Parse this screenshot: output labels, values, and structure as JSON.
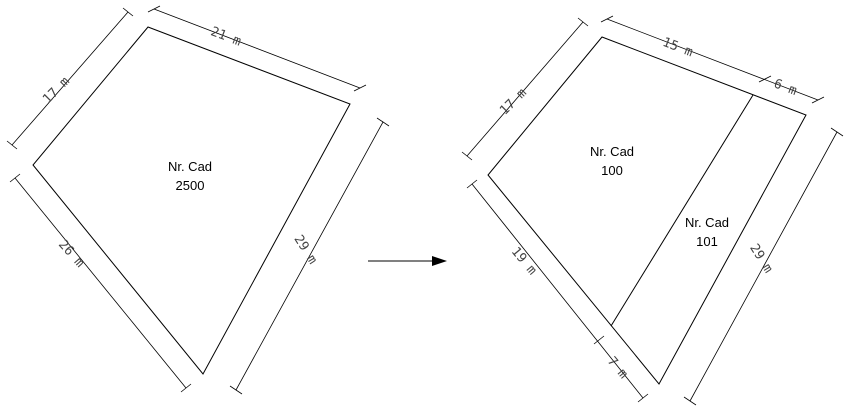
{
  "before": {
    "parcel": {
      "name": "Nr. Cad",
      "number": "2500"
    },
    "dimensions": {
      "top": "21 m",
      "left_top": "17 m",
      "left_bottom": "26 m",
      "right": "29 m"
    }
  },
  "after": {
    "parcel_a": {
      "name": "Nr. Cad",
      "number": "100"
    },
    "parcel_b": {
      "name": "Nr. Cad",
      "number": "101"
    },
    "dimensions": {
      "top_a": "15 m",
      "top_b": "6 m",
      "left_top": "17 m",
      "left_bottom": "19 m",
      "bottom_b": "7 m",
      "right": "29 m"
    }
  },
  "colors": {
    "line": "#000000",
    "dim_text": "#444444"
  },
  "icons": {
    "transition": "right-arrow-icon"
  }
}
